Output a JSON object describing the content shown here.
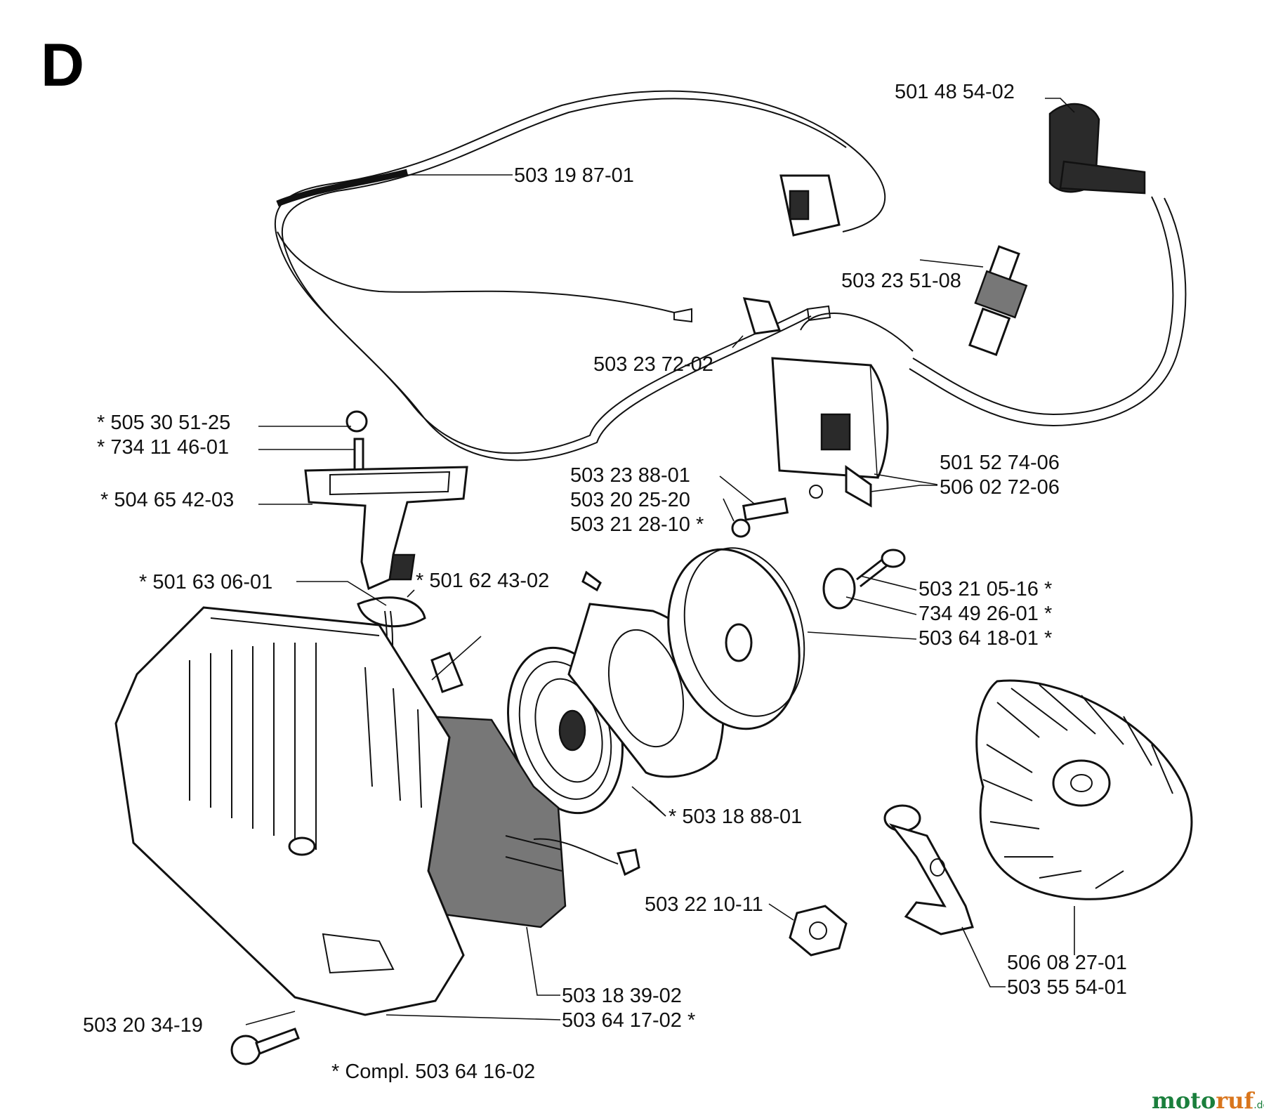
{
  "section": "D",
  "parts": [
    {
      "id": "p01",
      "number": "501 48 54-02"
    },
    {
      "id": "p02",
      "number": "503 19 87-01"
    },
    {
      "id": "p03",
      "number": "503 23 51-08"
    },
    {
      "id": "p04",
      "number": "503 23 72-02"
    },
    {
      "id": "p05",
      "number": "* 505 30 51-25"
    },
    {
      "id": "p06",
      "number": "* 734 11 46-01"
    },
    {
      "id": "p07",
      "number": "* 504 65 42-03"
    },
    {
      "id": "p08",
      "number": "501 52 74-06"
    },
    {
      "id": "p09",
      "number": "506 02 72-06"
    },
    {
      "id": "p10",
      "number": "503 23 88-01"
    },
    {
      "id": "p11",
      "number": "503 20 25-20"
    },
    {
      "id": "p12",
      "number": "503 21 28-10 *"
    },
    {
      "id": "p13",
      "number": "* 501 63 06-01"
    },
    {
      "id": "p14",
      "number": "* 501 62 43-02"
    },
    {
      "id": "p15",
      "number": "503 21 05-16 *"
    },
    {
      "id": "p16",
      "number": "734 49 26-01 *"
    },
    {
      "id": "p17",
      "number": "503 64 18-01 *"
    },
    {
      "id": "p18",
      "number": "* 503 18 88-01"
    },
    {
      "id": "p19",
      "number": "503 22 10-11"
    },
    {
      "id": "p20",
      "number": "506 08 27-01"
    },
    {
      "id": "p21",
      "number": "503 55 54-01"
    },
    {
      "id": "p22",
      "number": "503 18 39-02"
    },
    {
      "id": "p23",
      "number": "503 20 34-19"
    },
    {
      "id": "p24",
      "number": "503 64 17-02 *"
    }
  ],
  "footnote": "* Compl. 503 64 16-02",
  "watermark": {
    "part1": "moto",
    "part2": "ruf",
    "suffix": ".de"
  }
}
